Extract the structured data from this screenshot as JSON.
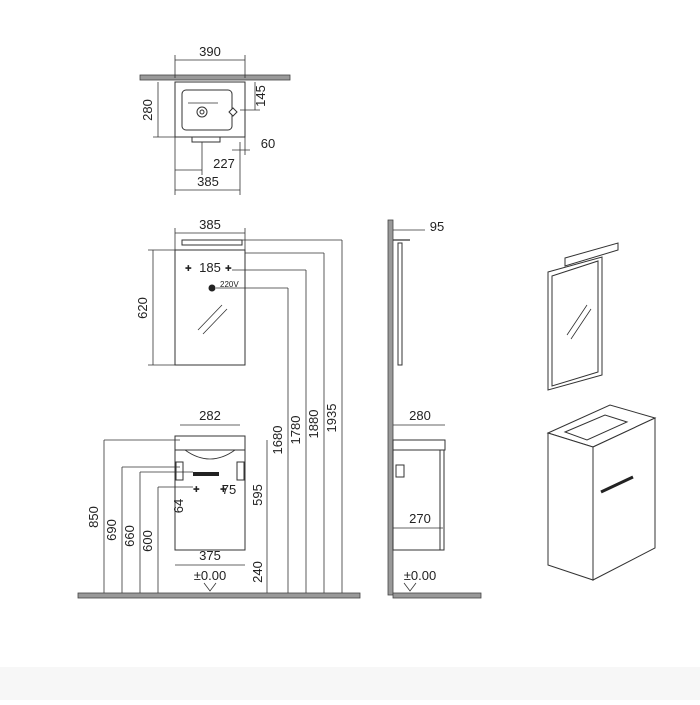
{
  "top_view": {
    "width": "390",
    "depth": "280",
    "tap_offset": "145",
    "overflow": "60",
    "drain": "227",
    "cabinet_width": "385"
  },
  "mirror_view": {
    "width": "385",
    "fixing": "185",
    "height": "620",
    "power": "220V"
  },
  "front_view": {
    "top_width": "282",
    "hole_spacing": "75",
    "hole_height": "64",
    "bottom_width": "375",
    "cabinet_height": "595",
    "floor_gap": "240",
    "floor_label": "±0.00"
  },
  "heights": {
    "h850": "850",
    "h690": "690",
    "h660": "660",
    "h600": "600",
    "h1680": "1680",
    "h1780": "1780",
    "h1880": "1880",
    "h1935": "1935"
  },
  "side_view": {
    "mirror_depth": "95",
    "top_depth": "280",
    "cabinet_depth": "270",
    "floor_label": "±0.00"
  }
}
